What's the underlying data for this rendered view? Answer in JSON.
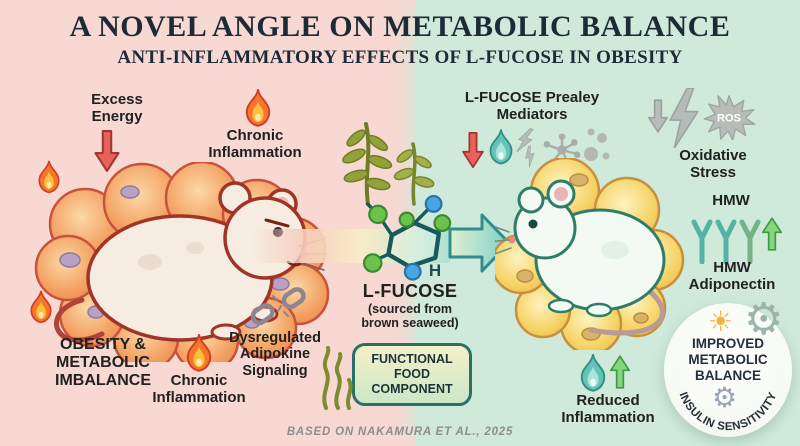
{
  "header": {
    "title": "A NOVEL ANGLE ON METABOLIC BALANCE",
    "subtitle": "ANTI-INFLAMMATORY EFFECTS OF L-FUCOSE IN OBESITY"
  },
  "left": {
    "excess_energy": "Excess\nEnergy",
    "chronic_top": "Chronic\nInflammation",
    "obesity": "OBESITY &\nMETABOLIC\nIMBALANCE",
    "chronic_bottom": "Chronic\nInflammation",
    "dysregulated": "Dysregulated\nAdipokine\nSignaling"
  },
  "center": {
    "h": "H",
    "name": "L-FUCOSE",
    "source": "(sourced from\nbrown seaweed)",
    "badge": "FUNCTIONAL\nFOOD\nCOMPONENT"
  },
  "mediators": {
    "title": "L-FUCOSE Prealey\nMediators"
  },
  "right": {
    "ros": "ROS",
    "oxidative": "Oxidative\nStress",
    "hmw": "HMW",
    "adiponectin": "HMW\nAdiponectin",
    "reduced": "Reduced\nInflammation"
  },
  "badge": {
    "improved": "IMPROVED\nMETABOLIC\nBALANCE",
    "insulin": "INSULIN SENSITIVITY"
  },
  "footer": {
    "credit": "BASED ON NAKAMURA ET AL., 2025"
  },
  "icons": {
    "sun": "☀",
    "gear": "⚙"
  },
  "colors": {
    "bg_left": "#f8d8d2",
    "bg_right": "#cfe9da",
    "title_text": "#1d2b36",
    "flame_orange": "#f4752b",
    "flame_teal": "#62c3b6",
    "arrow_red": "#e8625a",
    "arrow_green": "#86d57c",
    "gray_icon": "#b6bdbb",
    "fat_cell_left": "#f4a263",
    "fat_cell_right": "#f7d468",
    "badge_border": "#2a6f68"
  }
}
